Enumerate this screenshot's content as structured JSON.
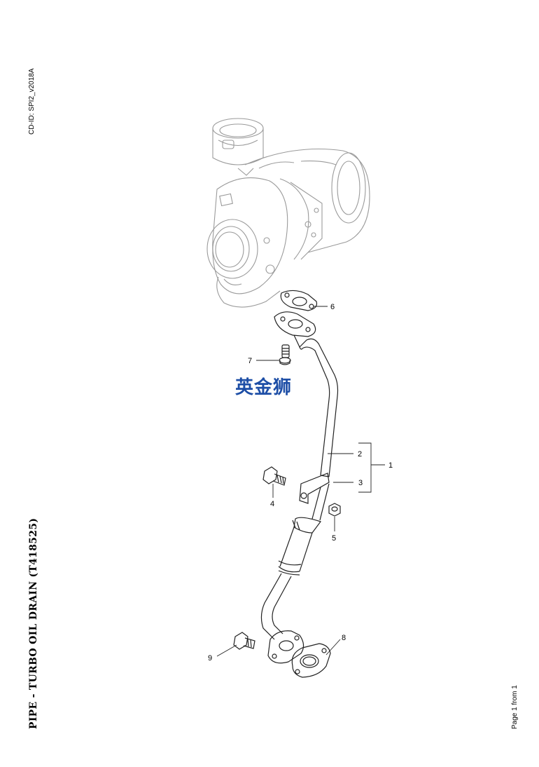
{
  "header": {
    "cd_id": "CD-ID: SPI2_v2018A"
  },
  "title": "PIPE - TURBO OIL DRAIN (T418525)",
  "footer": {
    "page": "Page 1 from 1"
  },
  "watermark": "英金狮",
  "callouts": {
    "c1": "1",
    "c2": "2",
    "c3": "3",
    "c4": "4",
    "c5": "5",
    "c6": "6",
    "c7": "7",
    "c8": "8",
    "c9": "9"
  },
  "colors": {
    "line": "#222222",
    "ghost": "#9a9a9a",
    "watermark": "#1d4ea6"
  }
}
